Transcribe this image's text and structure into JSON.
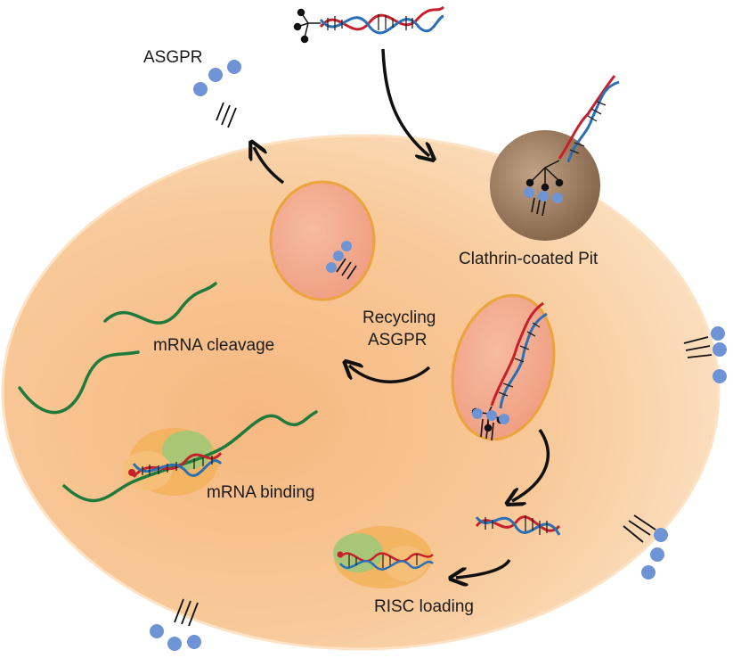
{
  "labels": {
    "asgpr": "ASGPR",
    "clathrin_pit": "Clathrin-coated Pit",
    "recycling_line1": "Recycling",
    "recycling_line2": "ASGPR",
    "mrna_cleavage": "mRNA cleavage",
    "mrna_binding": "mRNA binding",
    "risc_loading": "RISC loading"
  },
  "colors": {
    "cell_fill": "#f7c796",
    "cell_edge": "#fbe3c6",
    "endosome_fill": "#f3a98d",
    "endosome_edge": "#eba33b",
    "pit_fill": "#a88563",
    "strand_red": "#c8202b",
    "strand_blue": "#2b6fb5",
    "mrna_green": "#1f7a3b",
    "receptor_blue": "#6f94d6",
    "galnac_black": "#111111",
    "risc_orange": "#f3b25a",
    "risc_green": "#9bc97b"
  },
  "icons": [
    "asgpr-receptor-icon",
    "sirna-duplex-icon",
    "galnac-ligand-icon",
    "mrna-strand-icon",
    "risc-complex-icon",
    "arrow-icon"
  ]
}
